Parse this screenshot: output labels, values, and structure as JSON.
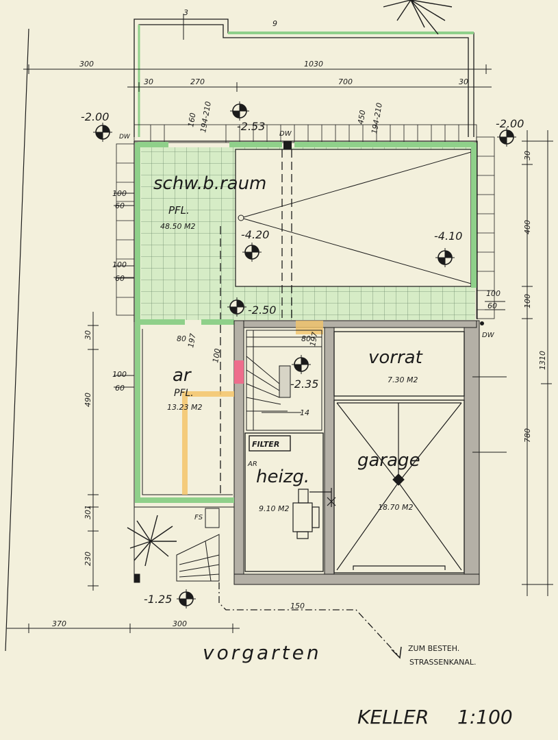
{
  "rooms": {
    "schwimmbad": {
      "name": "schw.b.raum",
      "floor": "PFL.",
      "area": "48.50 M2"
    },
    "ar": {
      "name": "ar",
      "floor": "PFL.",
      "area": "13.23 M2"
    },
    "vorrat": {
      "name": "vorrat",
      "area": "7.30 M2"
    },
    "heizung": {
      "name": "heizg.",
      "area": "9.10 M2"
    },
    "garage": {
      "name": "garage",
      "area": "18.70 M2"
    }
  },
  "levels": {
    "nw": "-2.00",
    "ne": "-2.00",
    "top": "-2.53",
    "pool_left": "-4.20",
    "pool_right": "-4.10",
    "stair_top": "-2.50",
    "stair": "-2.35",
    "entry": "-1.25"
  },
  "dimensions": {
    "top_left": "300",
    "top_total": "1030",
    "row2_a": "30",
    "row2_b": "270",
    "row2_c": "700",
    "row2_d": "30",
    "small_3": "3",
    "small_9": "9",
    "door_160": "160",
    "door_194_210_a": "194-210",
    "win_450": "450",
    "win_194_210_b": "194-210",
    "right_30": "30",
    "right_400": "400",
    "right_100": "100",
    "right_1310": "1310",
    "right_780": "780",
    "left_30": "30",
    "left_490": "490",
    "left_301": "301",
    "left_230": "230",
    "win_100_a": "100",
    "win_60_a": "60",
    "win_100_b": "100",
    "win_60_b": "60",
    "win_100_c": "100",
    "win_60_c": "60",
    "win_100_d": "100",
    "win_60_d": "60",
    "door_80_a": "80",
    "door_197_a": "197",
    "door_100": "100",
    "door_80_b": "80",
    "door_197_b": "197",
    "stair_14": "14",
    "bottom_370": "370",
    "bottom_300": "300",
    "pipe_150": "150"
  },
  "labels": {
    "dw_left": "DW",
    "dw_mid": "DW",
    "dw_right": "DW",
    "filter": "FILTER",
    "ar_tag": "AR",
    "fs": "FS",
    "garden": "vorgarten",
    "sewer_line1": "ZUM BESTEH.",
    "sewer_line2": "STRASSENKANAL.",
    "title": "KELLER",
    "scale": "1:100"
  },
  "colors": {
    "paper": "#f3f0dc",
    "ink": "#1b1b1b",
    "green_wall": "#8fd08a",
    "tile": "#d6ecc6",
    "yellow": "#f3c46a",
    "pink": "#ee6d8c",
    "grey_wall": "#b4b0a6"
  }
}
